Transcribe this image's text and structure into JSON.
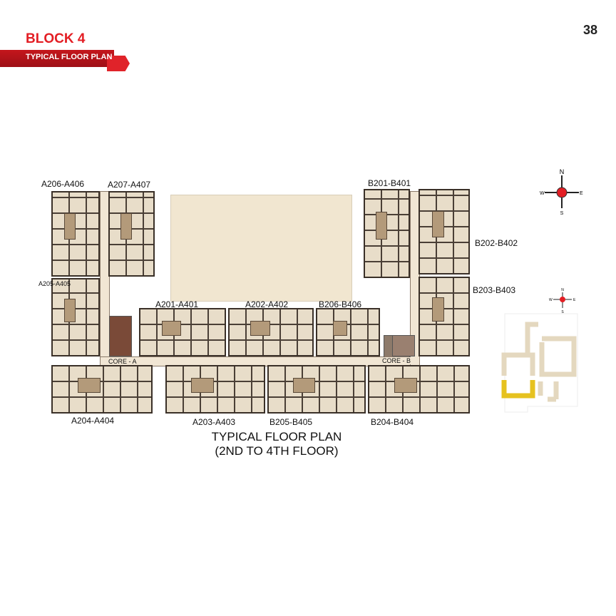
{
  "header": {
    "block_title": "BLOCK 4",
    "subtitle": "TYPICAL FLOOR PLAN",
    "page_number": "38"
  },
  "plan": {
    "title_line1": "TYPICAL FLOOR PLAN",
    "title_line2": "(2ND TO 4TH FLOOR)",
    "units": [
      "A206-A406",
      "A207-A407",
      "A205-A405",
      "A201-A401",
      "A202-A402",
      "B206-B406",
      "B201-B401",
      "B202-B402",
      "B203-B403",
      "A204-A404",
      "A203-A403",
      "B205-B405",
      "B204-B404"
    ],
    "cores": [
      "CORE - A",
      "CORE - B"
    ]
  },
  "compass": {
    "n": "N",
    "s": "S",
    "e": "E",
    "w": "W",
    "color": "#e31e24"
  },
  "key_plan": {
    "highlight_color": "#e6c21f"
  }
}
